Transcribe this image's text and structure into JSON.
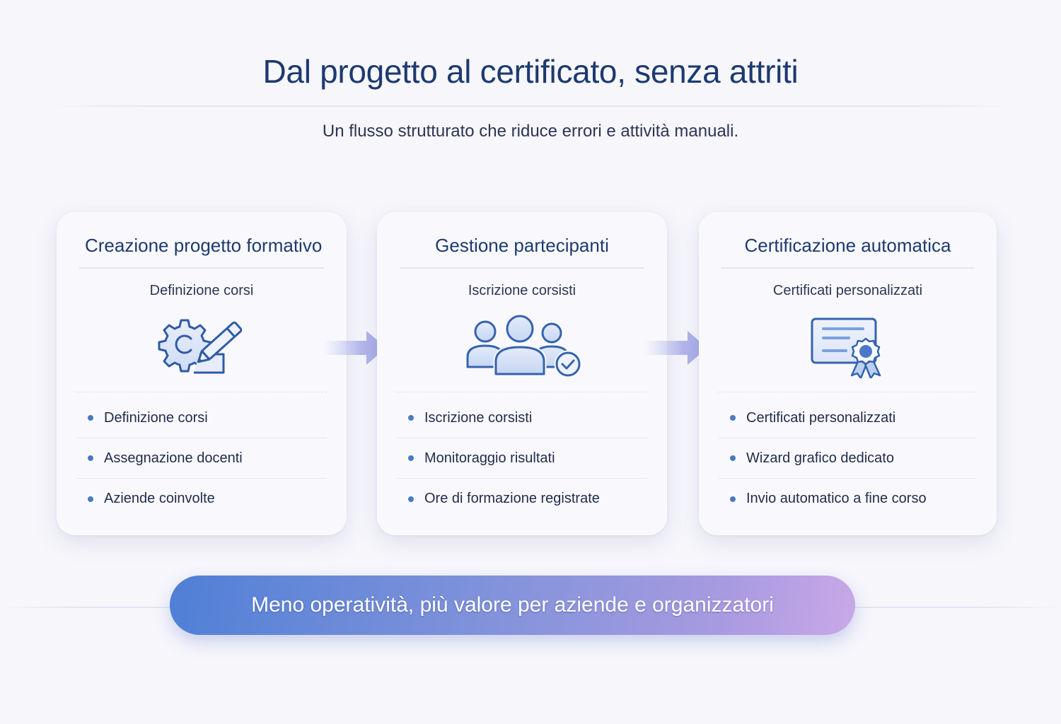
{
  "header": {
    "title": "Dal progetto al certificato, senza attriti",
    "subtitle": "Un flusso strutturato che riduce errori e attività manuali."
  },
  "steps": [
    {
      "title": "Creazione progetto formativo",
      "subtitle": "Definizione corsi",
      "icon": "gear-pencil-icon",
      "items": [
        "Definizione corsi",
        "Assegnazione docenti",
        "Aziende coinvolte"
      ]
    },
    {
      "title": "Gestione partecipanti",
      "subtitle": "Iscrizione corsisti",
      "icon": "users-check-icon",
      "items": [
        "Iscrizione corsisti",
        "Monitoraggio risultati",
        "Ore di formazione registrate"
      ]
    },
    {
      "title": "Certificazione automatica",
      "subtitle": "Certificati personalizzati",
      "icon": "certificate-badge-icon",
      "items": [
        "Certificati personalizzati",
        "Wizard grafico dedicato",
        "Invio automatico a fine corso"
      ]
    }
  ],
  "connectors": [
    "arrow-right-icon",
    "arrow-right-icon"
  ],
  "banner": {
    "text": "Meno operatività, più valore per aziende e organizzatori"
  },
  "colors": {
    "title": "#1d3a70",
    "accent": "#4a78c9",
    "arrow": "#a9ace6",
    "banner_start": "#4f7fd6",
    "banner_end": "#c9a8e8",
    "background": "#f6f6fb"
  }
}
